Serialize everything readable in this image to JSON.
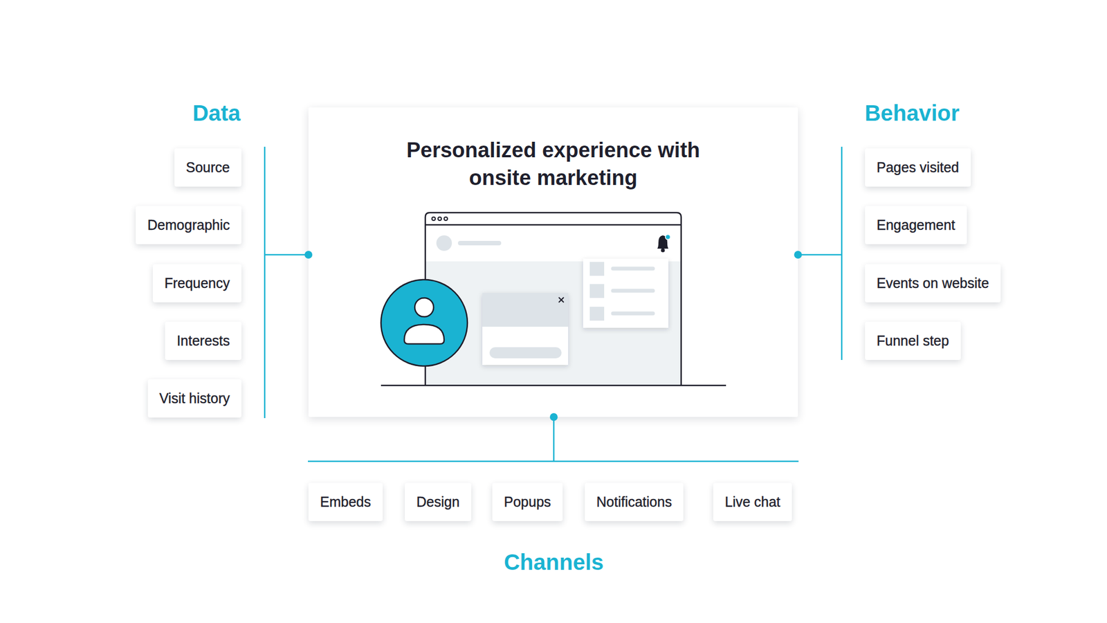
{
  "diagram": {
    "nodes": [
      {
        "text": [
          "Source"
        ]
      },
      {
        "text": [
          "Demographic"
        ]
      },
      {
        "text": [
          "Frequency"
        ]
      },
      {
        "text": [
          "Interests"
        ]
      },
      {
        "text": [
          "Visit history"
        ]
      },
      {
        "text": [
          "Personalized experience with onsite marketing"
        ]
      },
      {
        "text": [
          "Pages visited"
        ]
      },
      {
        "text": [
          "Engagement"
        ]
      },
      {
        "text": [
          "Events on website"
        ]
      },
      {
        "text": [
          "Funnel step"
        ]
      },
      {
        "text": [
          "Embeds"
        ]
      },
      {
        "text": [
          "Design"
        ]
      },
      {
        "text": [
          "Popups"
        ]
      },
      {
        "text": [
          "Notifications"
        ]
      },
      {
        "text": [
          "Live chat"
        ]
      }
    ],
    "labels": [
      "Data",
      "Behavior",
      "Channels"
    ]
  }
}
